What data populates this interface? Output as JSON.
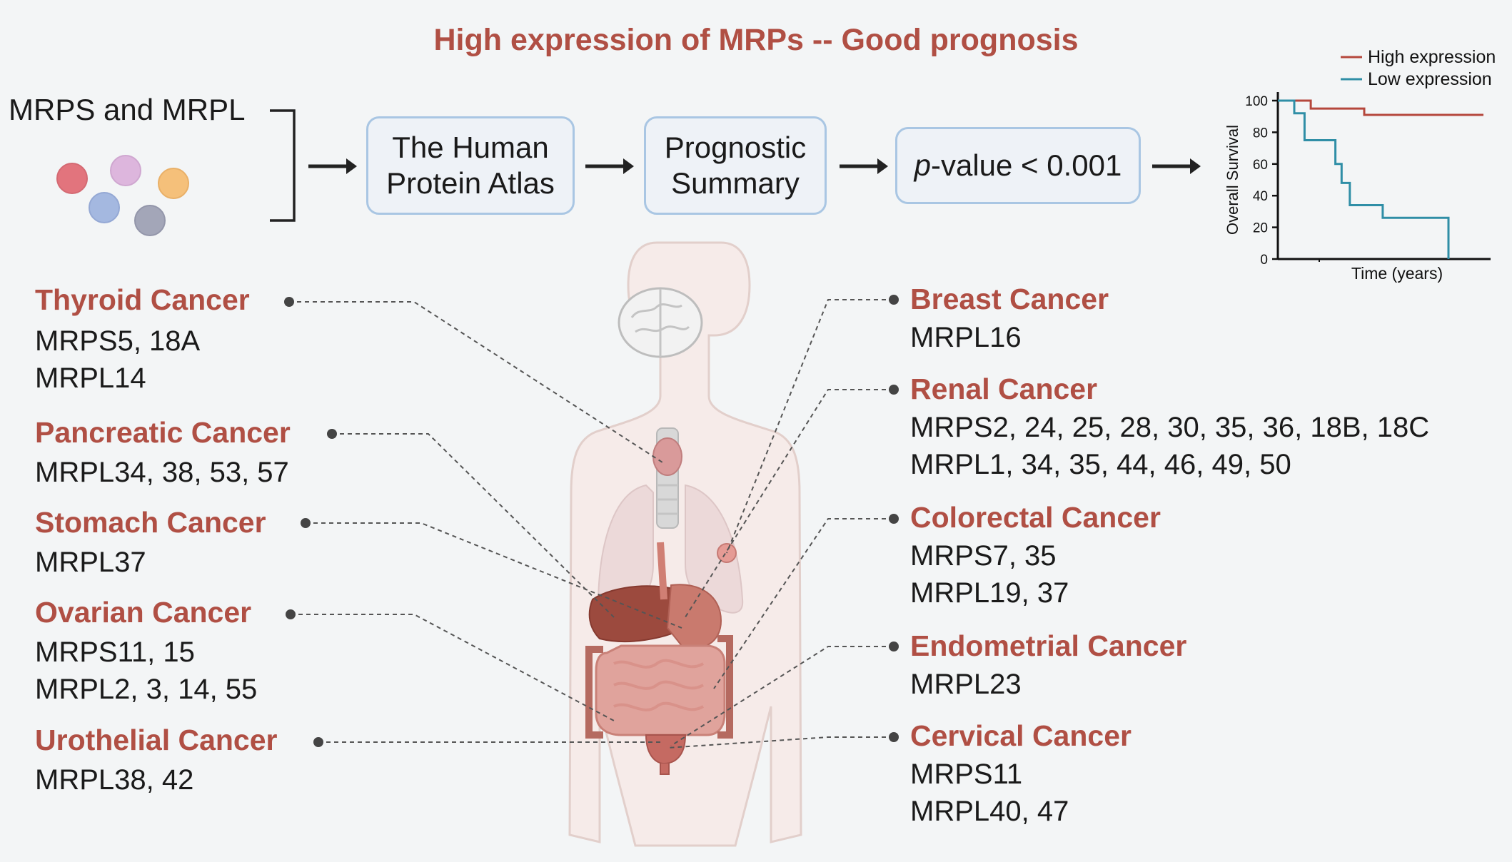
{
  "title": "High expression of MRPs -- Good prognosis",
  "source": {
    "label": "MRPS and MRPL"
  },
  "flow": {
    "atlas": [
      "The Human",
      "Protein Atlas"
    ],
    "summary": [
      "Prognostic",
      "Summary"
    ],
    "pvalue_italic": "p",
    "pvalue_rest": "-value < 0.001"
  },
  "colors": {
    "accent": "#b04f44",
    "high": "#b5473c",
    "low": "#2f8ea6",
    "box_border": "#a9c6e3"
  },
  "chart_data": {
    "type": "line",
    "ylabel": "Overall Survival",
    "xlabel": "Time (years)",
    "ylim": [
      0,
      100
    ],
    "yticks": [
      "0",
      "20",
      "40",
      "60",
      "80",
      "100"
    ],
    "series": [
      {
        "name": "High expression",
        "x": [
          0,
          0.16,
          0.16,
          0.42,
          0.42,
          1.0
        ],
        "y": [
          100,
          100,
          95,
          95,
          91,
          91
        ]
      },
      {
        "name": "Low expression",
        "x": [
          0,
          0.08,
          0.08,
          0.13,
          0.13,
          0.28,
          0.28,
          0.31,
          0.31,
          0.35,
          0.35,
          0.51,
          0.51,
          0.65,
          0.65,
          0.83,
          0.83
        ],
        "y": [
          100,
          100,
          92,
          92,
          75,
          75,
          60,
          60,
          48,
          48,
          34,
          34,
          26,
          26,
          26,
          26,
          0
        ]
      }
    ]
  },
  "left_cancers": [
    {
      "name": "Thyroid Cancer",
      "genes": [
        "MRPS5, 18A",
        "MRPL14"
      ]
    },
    {
      "name": "Pancreatic Cancer",
      "genes": [
        "MRPL34, 38, 53, 57"
      ]
    },
    {
      "name": "Stomach Cancer",
      "genes": [
        "MRPL37"
      ]
    },
    {
      "name": "Ovarian Cancer",
      "genes": [
        "MRPS11, 15",
        "MRPL2, 3, 14, 55"
      ]
    },
    {
      "name": "Urothelial Cancer",
      "genes": [
        "MRPL38, 42"
      ]
    }
  ],
  "right_cancers": [
    {
      "name": "Breast Cancer",
      "genes": [
        "MRPL16"
      ]
    },
    {
      "name": "Renal Cancer",
      "genes": [
        "MRPS2, 24, 25, 28, 30, 35, 36, 18B, 18C",
        "MRPL1, 34, 35, 44, 46, 49, 50"
      ]
    },
    {
      "name": "Colorectal Cancer",
      "genes": [
        "MRPS7, 35",
        "MRPL19, 37"
      ]
    },
    {
      "name": "Endometrial Cancer",
      "genes": [
        "MRPL23"
      ]
    },
    {
      "name": "Cervical Cancer",
      "genes": [
        "MRPS11",
        "MRPL40, 47"
      ]
    }
  ]
}
